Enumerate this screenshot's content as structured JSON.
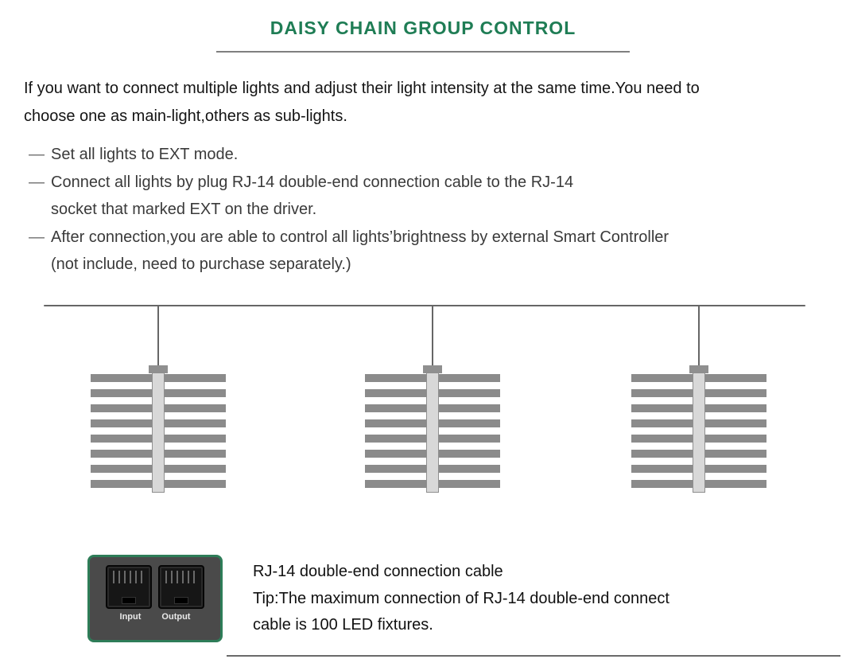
{
  "page": {
    "title": "DAISY CHAIN GROUP CONTROL",
    "intro_line1": "If you want to connect multiple lights and adjust their light intensity at the same time.You need to",
    "intro_line2": "choose one as main-light,others as sub-lights.",
    "step_marker": "—",
    "steps": [
      {
        "lines": [
          "Set all lights to EXT mode."
        ]
      },
      {
        "lines": [
          "Connect all lights by plug RJ-14 double-end connection cable to the RJ-14",
          "socket that marked EXT on the driver."
        ]
      },
      {
        "lines": [
          "After connection,you are able to control all lights’brightness by external Smart Controller",
          "(not include, need to purchase separately.)"
        ]
      }
    ],
    "diagram": {
      "fixture_count": 3,
      "bars_per_fixture": 8
    },
    "connector_photo": {
      "input_label": "Input",
      "output_label": "Output"
    },
    "caption_line1": "RJ-14 double-end connection cable",
    "caption_line2": "Tip:The maximum connection of RJ-14 double-end connect",
    "caption_line3": "cable is 100 LED fixtures.",
    "colors": {
      "title_green": "#1f7d55",
      "photo_border_green": "#2e7d58",
      "rule_gray": "#7f7f7f",
      "cable_gray": "#666666",
      "bar_gray": "#8b8b8b"
    }
  }
}
